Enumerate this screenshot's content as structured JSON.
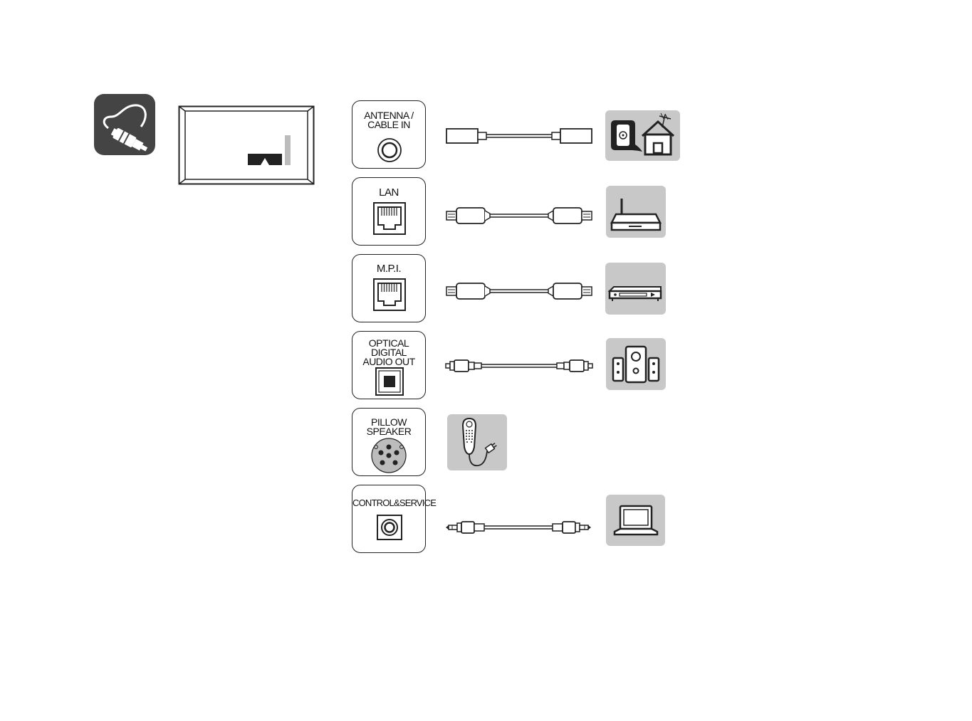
{
  "ports": [
    {
      "id": "antenna",
      "label": "ANTENNA /\nCABLE IN",
      "device": "antenna-house-icon"
    },
    {
      "id": "lan",
      "label": "LAN",
      "device": "router-icon"
    },
    {
      "id": "mpi",
      "label": "M.P.I.",
      "device": "set-top-box-icon"
    },
    {
      "id": "optical",
      "label": "OPTICAL\nDIGITAL\nAUDIO OUT",
      "device": "speaker-system-icon"
    },
    {
      "id": "pillow",
      "label": "PILLOW\nSPEAKER",
      "device": "pillow-speaker-remote-icon"
    },
    {
      "id": "control",
      "label": "CONTROL&SERVICE",
      "device": "laptop-icon"
    }
  ],
  "icons": {
    "header": "cable-plug-icon",
    "tv": "tv-rear-panel-icon"
  },
  "colors": {
    "icon_bg": "#444444",
    "device_bg": "#c8c8c8",
    "line": "#222222"
  }
}
